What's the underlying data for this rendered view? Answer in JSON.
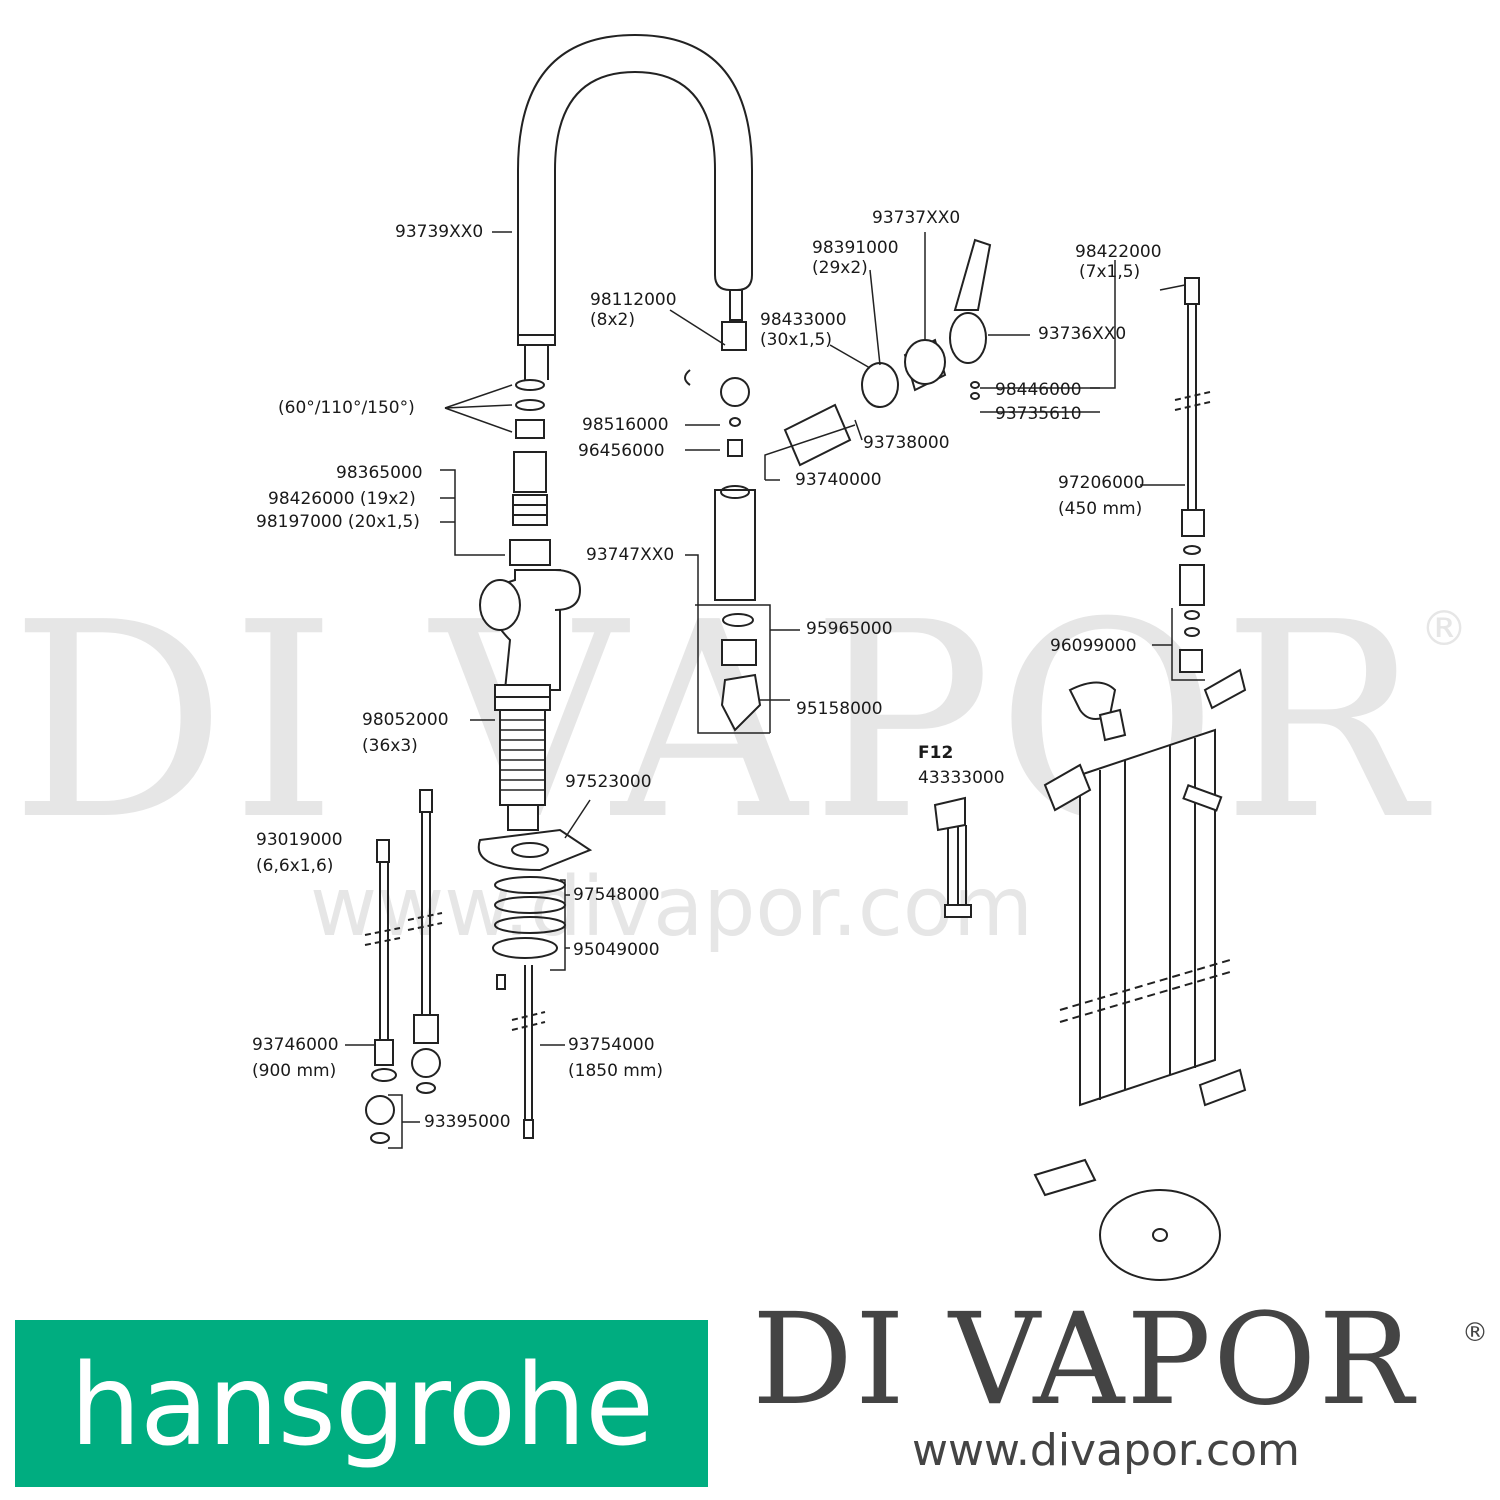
{
  "watermark": {
    "brand": "DI VAPOR",
    "registered": "®",
    "url": "www.divapor.com"
  },
  "labels": {
    "spout": "93739XX0",
    "angles": "(60°/110°/150°)",
    "p98365000": "98365000",
    "p98426000": "98426000 (19x2)",
    "p98197000": "98197000 (20x1,5)",
    "p98112000": "98112000",
    "p98112000_dim": "(8x2)",
    "p98516000": "98516000",
    "p96456000": "96456000",
    "p93747": "93747XX0",
    "p98433000": "98433000",
    "p98433000_dim": "(30x1,5)",
    "p98391000": "98391000",
    "p98391000_dim": "(29x2)",
    "p93737": "93737XX0",
    "p93736": "93736XX0",
    "p93738000": "93738000",
    "p93740000": "93740000",
    "p98446000": "98446000",
    "p93735610": "93735610",
    "p98422000": "98422000",
    "p98422000_dim": "(7x1,5)",
    "p97206000": "97206000",
    "p97206000_dim": "(450 mm)",
    "p95965000": "95965000",
    "p95158000": "95158000",
    "p96099000": "96099000",
    "p98052000": "98052000",
    "p98052000_dim": "(36x3)",
    "p97523000": "97523000",
    "f12": "F12",
    "p43333000": "43333000",
    "p93019000": "93019000",
    "p93019000_dim": "(6,6x1,6)",
    "p97548000": "97548000",
    "p95049000": "95049000",
    "p93746000": "93746000",
    "p93746000_dim": "(900 mm)",
    "p93754000": "93754000",
    "p93754000_dim": "(1850 mm)",
    "p93395000": "93395000"
  },
  "logos": {
    "hansgrohe": "hansgrohe",
    "hansgrohe_color": "#00ad80",
    "divapor": "DI VAPOR",
    "divapor_reg": "®",
    "divapor_url": "www.divapor.com"
  }
}
